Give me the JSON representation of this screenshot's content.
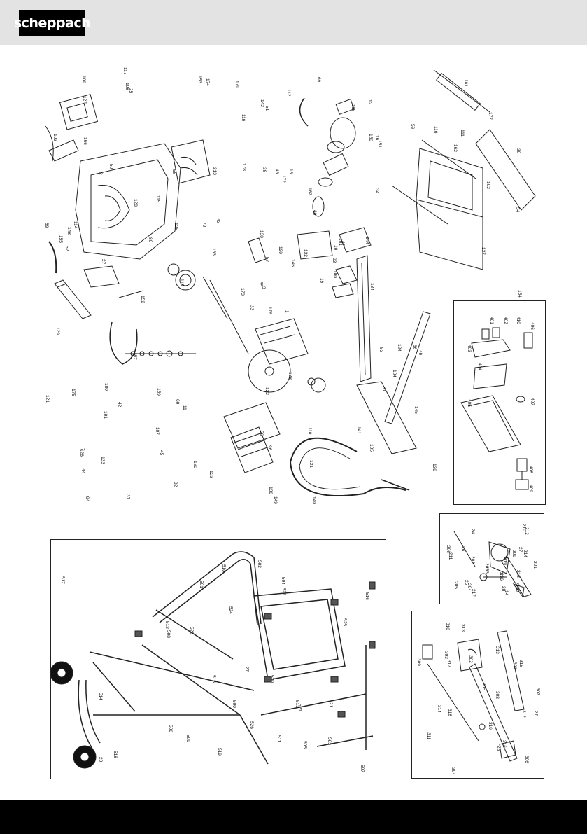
{
  "header": {
    "brand": "scheppach"
  },
  "colors": {
    "header_bg": "#e3e3e3",
    "footer_bg": "#000000",
    "line": "#222222"
  },
  "main_labels": [
    "1",
    "2",
    "3",
    "7",
    "10",
    "11",
    "12",
    "13",
    "16",
    "19",
    "25",
    "26",
    "27",
    "30",
    "33",
    "34",
    "37",
    "38",
    "40",
    "42",
    "43",
    "44",
    "45",
    "46",
    "47",
    "49",
    "50",
    "51",
    "52",
    "53",
    "54",
    "55",
    "56",
    "57",
    "58",
    "59",
    "60",
    "64",
    "65",
    "66",
    "69",
    "72",
    "80",
    "81",
    "82",
    "89",
    "93",
    "94",
    "96",
    "100",
    "101",
    "102",
    "103",
    "104",
    "105",
    "107",
    "108",
    "109",
    "110",
    "111",
    "112",
    "113",
    "114",
    "115",
    "116",
    "117",
    "118",
    "119",
    "120",
    "121",
    "122",
    "123",
    "124",
    "125",
    "126",
    "127",
    "128",
    "129",
    "130",
    "131",
    "132",
    "133",
    "134",
    "135",
    "136",
    "137",
    "138",
    "139",
    "140",
    "141",
    "142",
    "143",
    "144",
    "145",
    "146",
    "147",
    "148",
    "149",
    "150",
    "151",
    "152",
    "153",
    "154",
    "155",
    "157",
    "159",
    "160",
    "161",
    "162",
    "163",
    "164",
    "166",
    "172",
    "173",
    "174",
    "175",
    "176",
    "177",
    "178",
    "179",
    "180",
    "181",
    "182",
    "213"
  ],
  "panel_a_labels": [
    "401",
    "402",
    "403",
    "404",
    "405",
    "406",
    "407",
    "408",
    "409",
    "410"
  ],
  "panel_b_labels": [
    "14",
    "24",
    "25",
    "26",
    "27",
    "28",
    "201",
    "202",
    "203",
    "204",
    "205",
    "206",
    "207",
    "208",
    "209",
    "210",
    "211",
    "212",
    "213",
    "214",
    "215",
    "216",
    "217",
    "218",
    "219"
  ],
  "panel_c_labels": [
    "27",
    "28",
    "301",
    "302",
    "303",
    "304",
    "305",
    "306",
    "307",
    "308",
    "309",
    "310",
    "311",
    "312",
    "313",
    "314",
    "315",
    "316",
    "317",
    "318",
    "319",
    "213"
  ],
  "stand_labels": [
    "20",
    "21",
    "27",
    "500",
    "501",
    "502",
    "503",
    "504",
    "505",
    "506",
    "507",
    "508",
    "509",
    "510",
    "511",
    "512",
    "513",
    "514",
    "515",
    "516",
    "517",
    "518",
    "519",
    "520",
    "521",
    "522",
    "523",
    "524",
    "525",
    "526"
  ]
}
